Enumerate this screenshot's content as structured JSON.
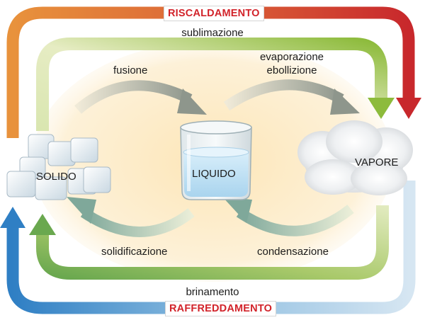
{
  "heating_label": "RISCALDAMENTO",
  "cooling_label": "RAFFREDDAMENTO",
  "states": {
    "solid": "SOLIDO",
    "liquid": "LIQUIDO",
    "vapor": "VAPORE"
  },
  "transitions": {
    "sublimation": "sublimazione",
    "fusion": "fusione",
    "evaporation_line1": "evaporazione",
    "evaporation_line2": "ebollizione",
    "solidification": "solidificazione",
    "condensation": "condensazione",
    "deposition": "brinamento"
  },
  "colors": {
    "heating_warm": "#e07b3a",
    "heating_hot": "#c8282c",
    "cooling_blue": "#3a86c8",
    "green_arrow": "#8dbb3c",
    "inner_gray": "#9ea69c",
    "cooling_green": "#6aa84f",
    "badge_text": "#d2232a"
  }
}
